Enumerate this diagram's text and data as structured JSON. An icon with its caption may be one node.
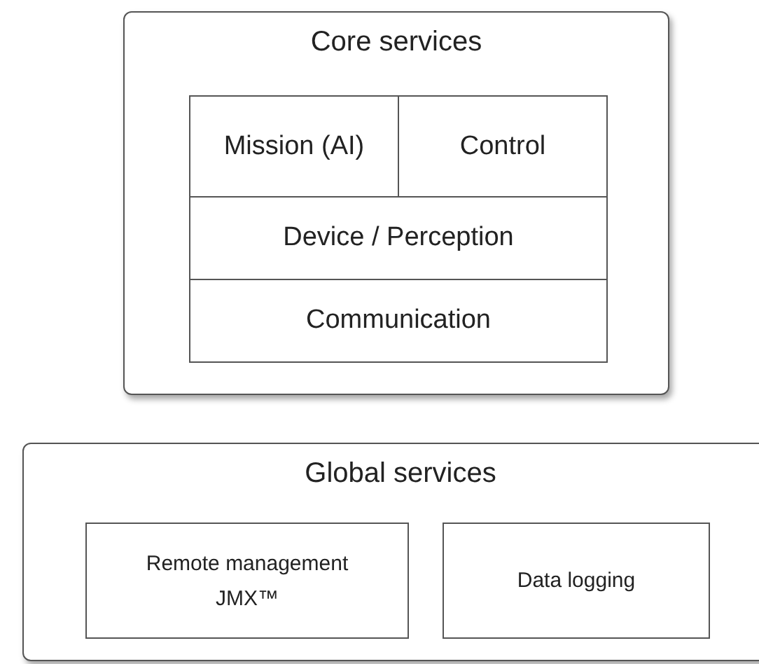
{
  "diagram": {
    "nodes": [
      {
        "text": [
          "Core services"
        ]
      },
      {
        "text": [
          "Mission (AI)"
        ],
        "in": 0
      },
      {
        "text": [
          "Control"
        ],
        "in": 0
      },
      {
        "text": [
          "Device / Perception"
        ],
        "in": 0
      },
      {
        "text": [
          "Communication"
        ],
        "in": 0
      },
      {
        "text": [
          "Global services"
        ]
      },
      {
        "text": [
          "Remote management",
          "JMX™"
        ],
        "in": 5
      },
      {
        "text": [
          "Data logging"
        ],
        "in": 5
      }
    ]
  }
}
